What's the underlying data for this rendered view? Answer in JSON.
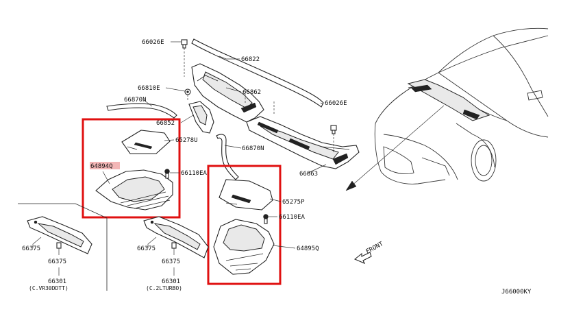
{
  "colors": {
    "highlight_box": "#e01010",
    "highlight_label_bg": "#f3b6b6",
    "line": "#222222"
  },
  "labels": {
    "p66026E_top": "66026E",
    "p66822": "66822",
    "p66810E": "66810E",
    "p66862": "66862",
    "p66870N_top": "66870N",
    "p66026E_right": "66026E",
    "p66852": "66852",
    "p65278U": "65278U",
    "p66870N_mid": "66870N",
    "p64894Q": "64894Q",
    "p66110EA_left": "66110EA",
    "p66863": "66863",
    "p65275P": "65275P",
    "p66110EA_right": "66110EA",
    "p64895Q": "64895Q",
    "p66375_a": "66375",
    "p66375_b": "66375",
    "p66301_a": "66301",
    "variant_a": "(C.VR30DDTT)",
    "p66375_c": "66375",
    "p66375_d": "66375",
    "p66301_b": "66301",
    "variant_b": "(C.2LTURBO)",
    "front": "FRONT",
    "diagram_code": "J66000KY"
  }
}
